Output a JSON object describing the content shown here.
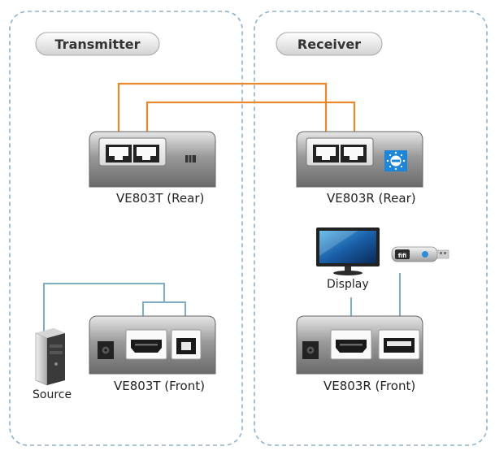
{
  "sections": {
    "transmitter": "Transmitter",
    "receiver": "Receiver"
  },
  "devices": {
    "tx_rear": "VE803T (Rear)",
    "rx_rear": "VE803R (Rear)",
    "tx_front": "VE803T (Front)",
    "rx_front": "VE803R (Front)"
  },
  "peripherals": {
    "source": "Source",
    "display": "Display",
    "usb_drive_brand": "fifi"
  },
  "colors": {
    "cat_cable": "#e8892c",
    "signal_cable": "#7faec4",
    "panel_border": "#8fb1c9",
    "usb_cable_icon": "#2a8fd6"
  },
  "icons": [
    "computer-tower-icon",
    "lcd-monitor-icon",
    "usb-flash-drive-icon",
    "rj45-port-icon",
    "hdmi-port-icon",
    "usb-b-port-icon",
    "usb-a-port-icon",
    "dc-power-jack-icon",
    "settings-dial-icon"
  ]
}
